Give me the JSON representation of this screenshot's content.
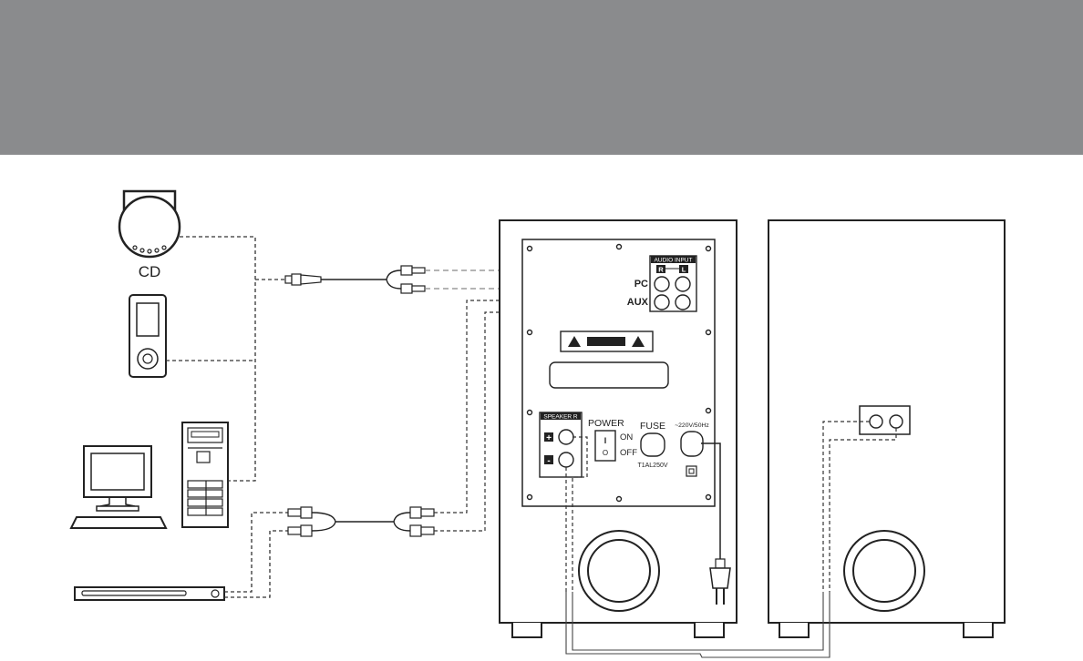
{
  "header": {
    "band_color": "#8a8b8d"
  },
  "sources": {
    "cd_label": "CD"
  },
  "panel": {
    "audio_input": "AUDIO INPUT",
    "channel_r": "R",
    "channel_l": "L",
    "pc": "PC",
    "aux": "AUX",
    "speaker_r": "SPEAKER R",
    "plus": "+",
    "minus": "-",
    "power": "POWER",
    "on": "ON",
    "off": "OFF",
    "switch_on_mark": "I",
    "switch_off_mark": "O",
    "fuse": "FUSE",
    "fuse_rating": "T1AL250V",
    "mains": "~220V/50Hz"
  },
  "colors": {
    "line": "#222222",
    "dashed_cable": "#333333",
    "light_cable": "#888888"
  }
}
